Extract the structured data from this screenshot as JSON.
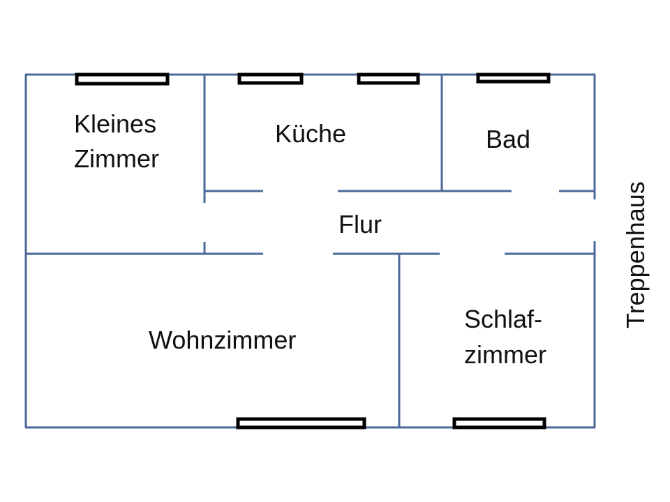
{
  "diagram": {
    "type": "floor-plan",
    "colors": {
      "wall": "#4a6898",
      "window": "#000000",
      "text": "#111111",
      "background": "#ffffff"
    },
    "rooms": [
      {
        "id": "kleines-zimmer",
        "lines": [
          "Kleines",
          "Zimmer"
        ]
      },
      {
        "id": "kueche",
        "lines": [
          "Küche"
        ]
      },
      {
        "id": "bad",
        "lines": [
          "Bad"
        ]
      },
      {
        "id": "flur",
        "lines": [
          "Flur"
        ]
      },
      {
        "id": "wohnzimmer",
        "lines": [
          "Wohnzimmer"
        ]
      },
      {
        "id": "schlafzimmer",
        "lines": [
          "Schlaf-",
          "zimmer"
        ]
      }
    ],
    "outside_label": "Treppenhaus"
  }
}
